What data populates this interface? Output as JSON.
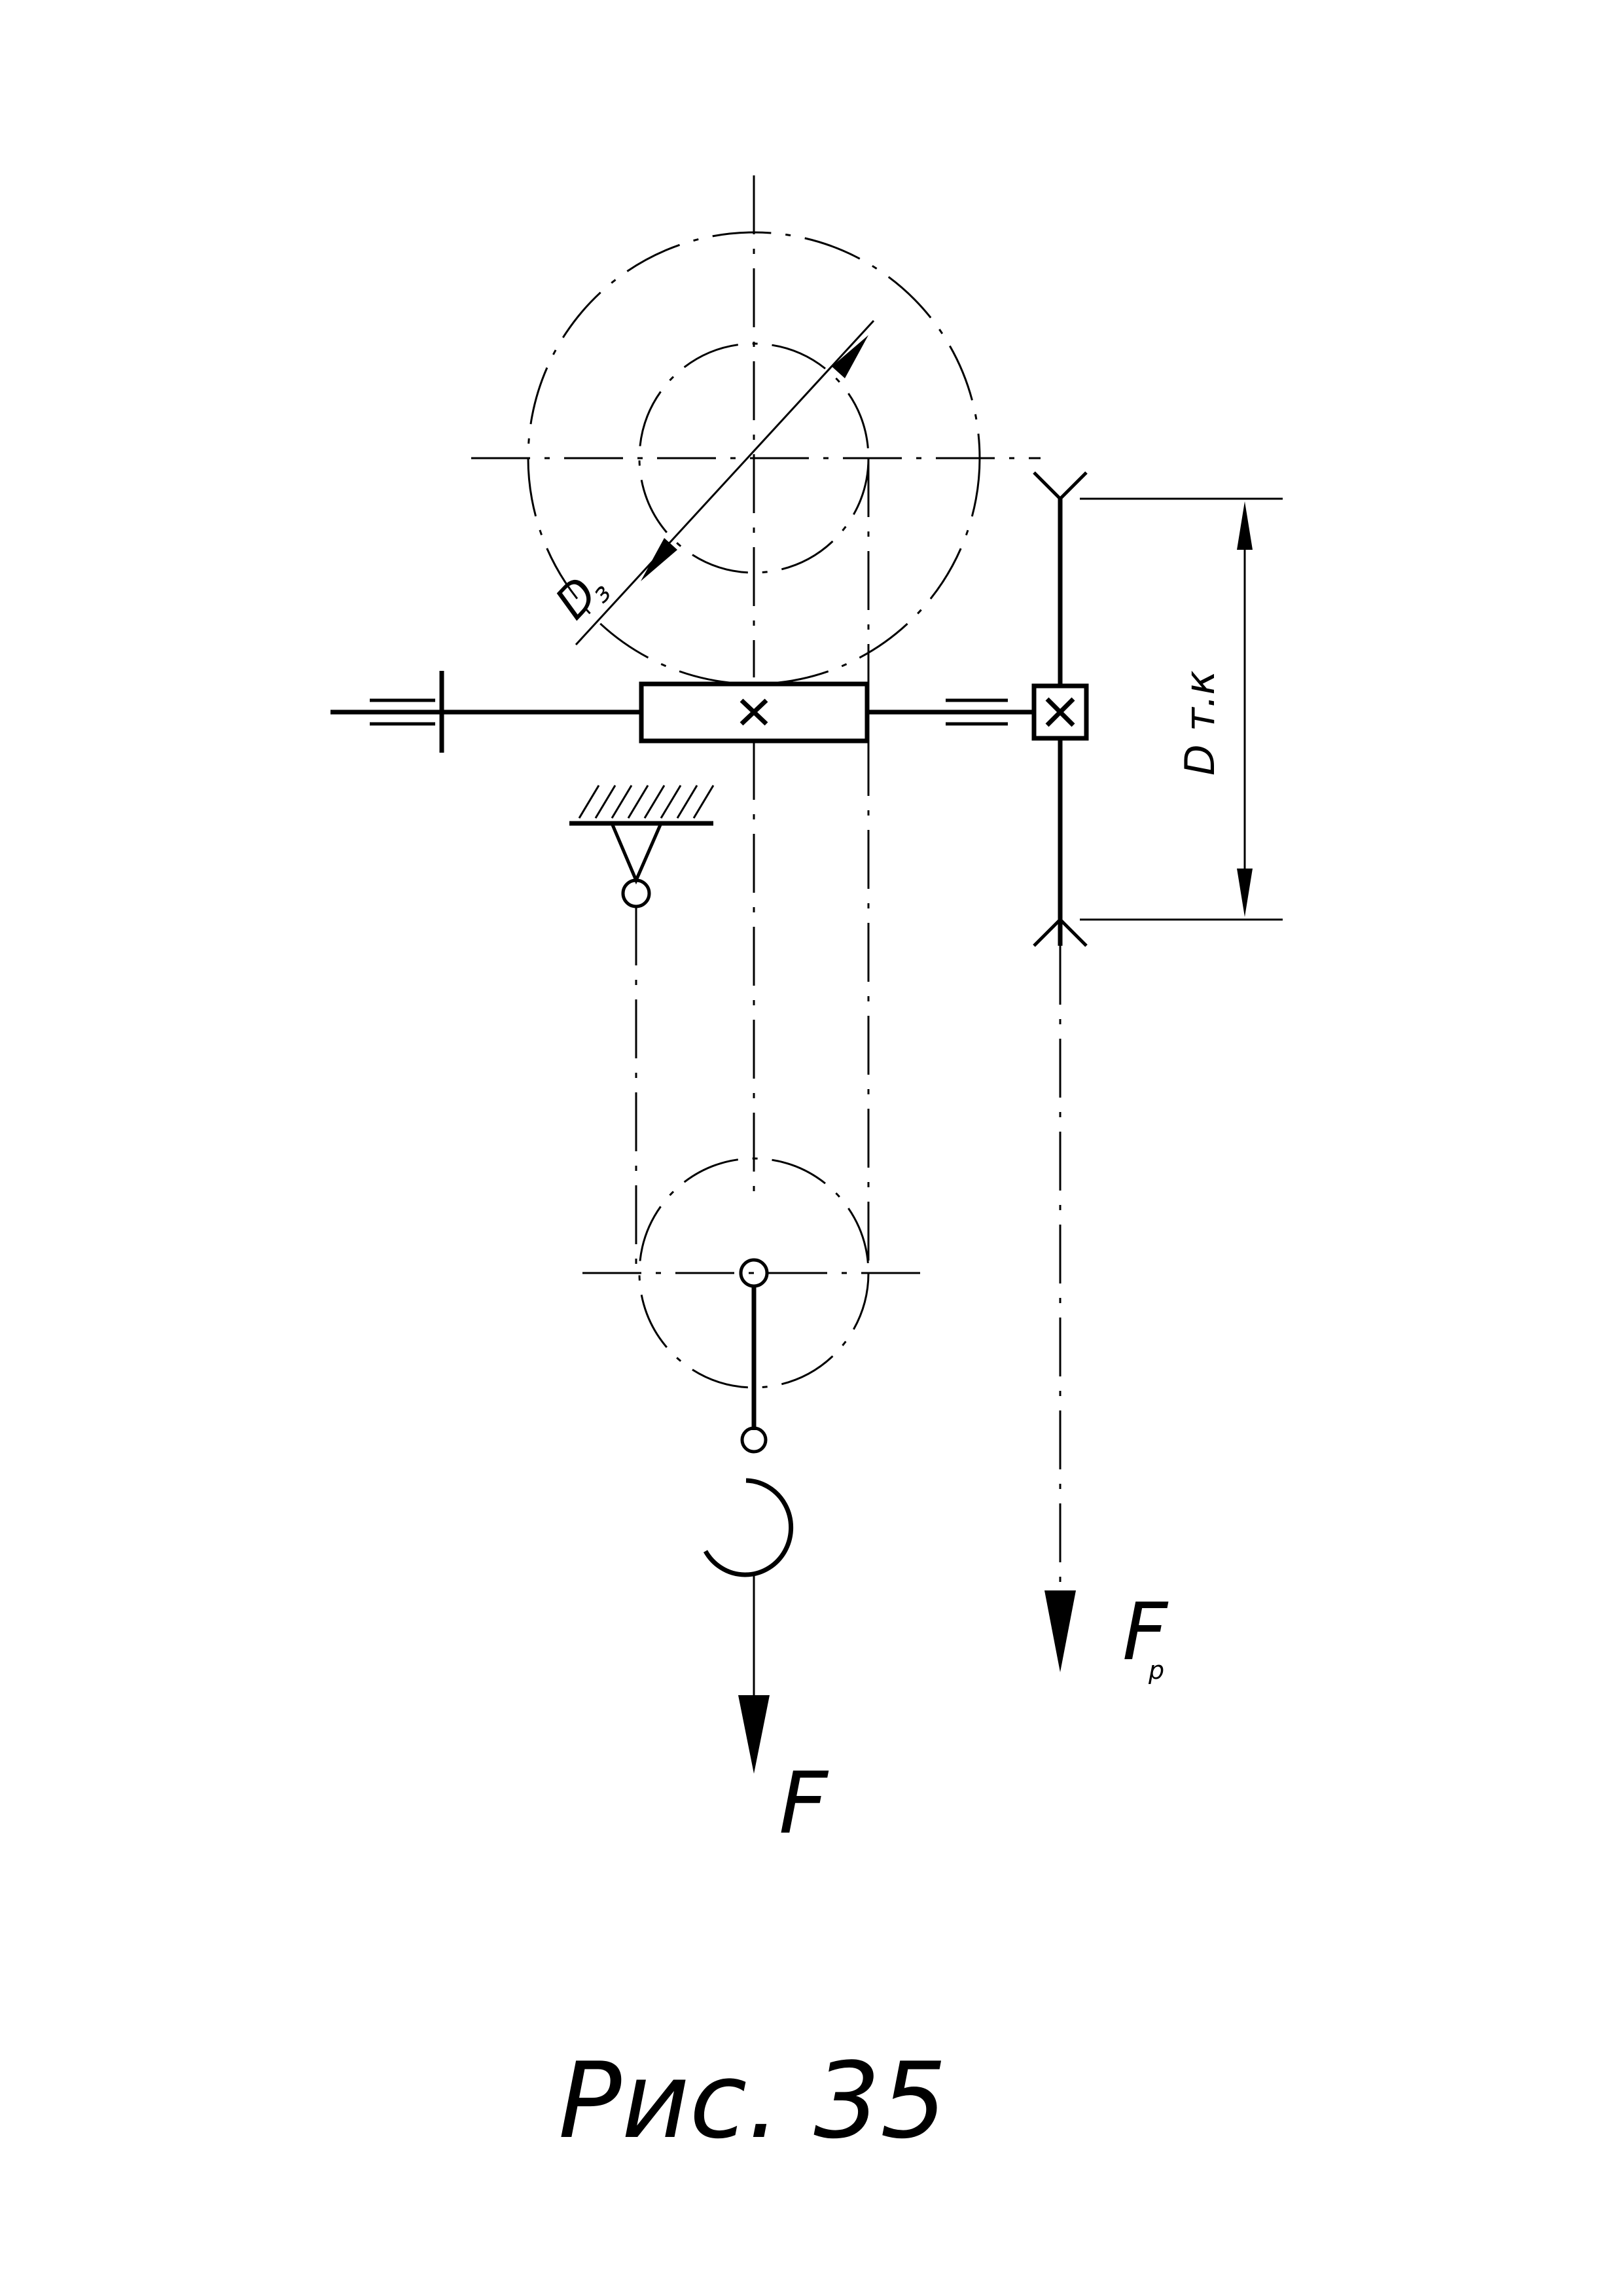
{
  "figure": {
    "caption": "Рис. 35",
    "labels": {
      "drum_diameter": "D",
      "drum_diameter_sub": "з",
      "brake_diameter": "D т.к",
      "load_force": "F",
      "brake_force": "F",
      "brake_force_sub": "р"
    }
  }
}
